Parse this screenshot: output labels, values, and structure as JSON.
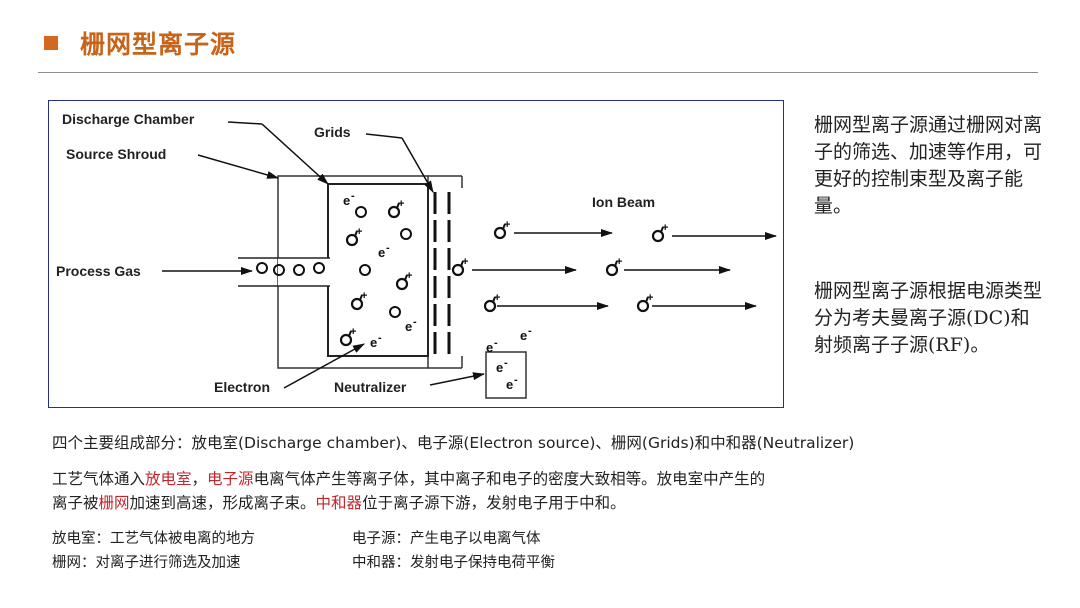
{
  "title": "栅网型离子源",
  "colors": {
    "accent": "#d2691e",
    "frame": "#2a2f8a",
    "highlight": "#c0272d"
  },
  "diagram": {
    "labels": {
      "discharge_chamber": "Discharge Chamber",
      "source_shroud": "Source Shroud",
      "grids": "Grids",
      "process_gas": "Process Gas",
      "ion_beam": "Ion Beam",
      "electron": "Electron",
      "neutralizer": "Neutralizer"
    },
    "symbols": {
      "electron": "e",
      "electron_charge": "-",
      "ion": "o",
      "ion_charge": "+"
    }
  },
  "side_text": {
    "p1": "栅网型离子源通过栅网对离子的筛选、加速等作用，可更好的控制束型及离子能量。",
    "p2": "栅网型离子源根据电源类型分为考夫曼离子源(DC)和射频离子子源(RF)。"
  },
  "overview": "四个主要组成部分：放电室(Discharge chamber)、电子源(Electron source)、栅网(Grids)和中和器(Neutralizer)",
  "description": {
    "l1_a": "工艺气体通入",
    "l1_hl1": "放电室",
    "l1_b": "，",
    "l1_hl2": "电子源",
    "l1_c": "电离气体产生等离子体，其中离子和电子的密度大致相等。放电室中产生的",
    "l2_a": "离子被",
    "l2_hl1": "栅网",
    "l2_b": "加速到高速，形成离子束。",
    "l2_hl2": "中和器",
    "l2_c": "位于离子源下游，发射电子用于中和。"
  },
  "glossary": {
    "discharge": "放电室：工艺气体被电离的地方",
    "grids": "栅网：对离子进行筛选及加速",
    "electron_source": "电子源：产生电子以电离气体",
    "neutralizer": "中和器：发射电子保持电荷平衡"
  }
}
